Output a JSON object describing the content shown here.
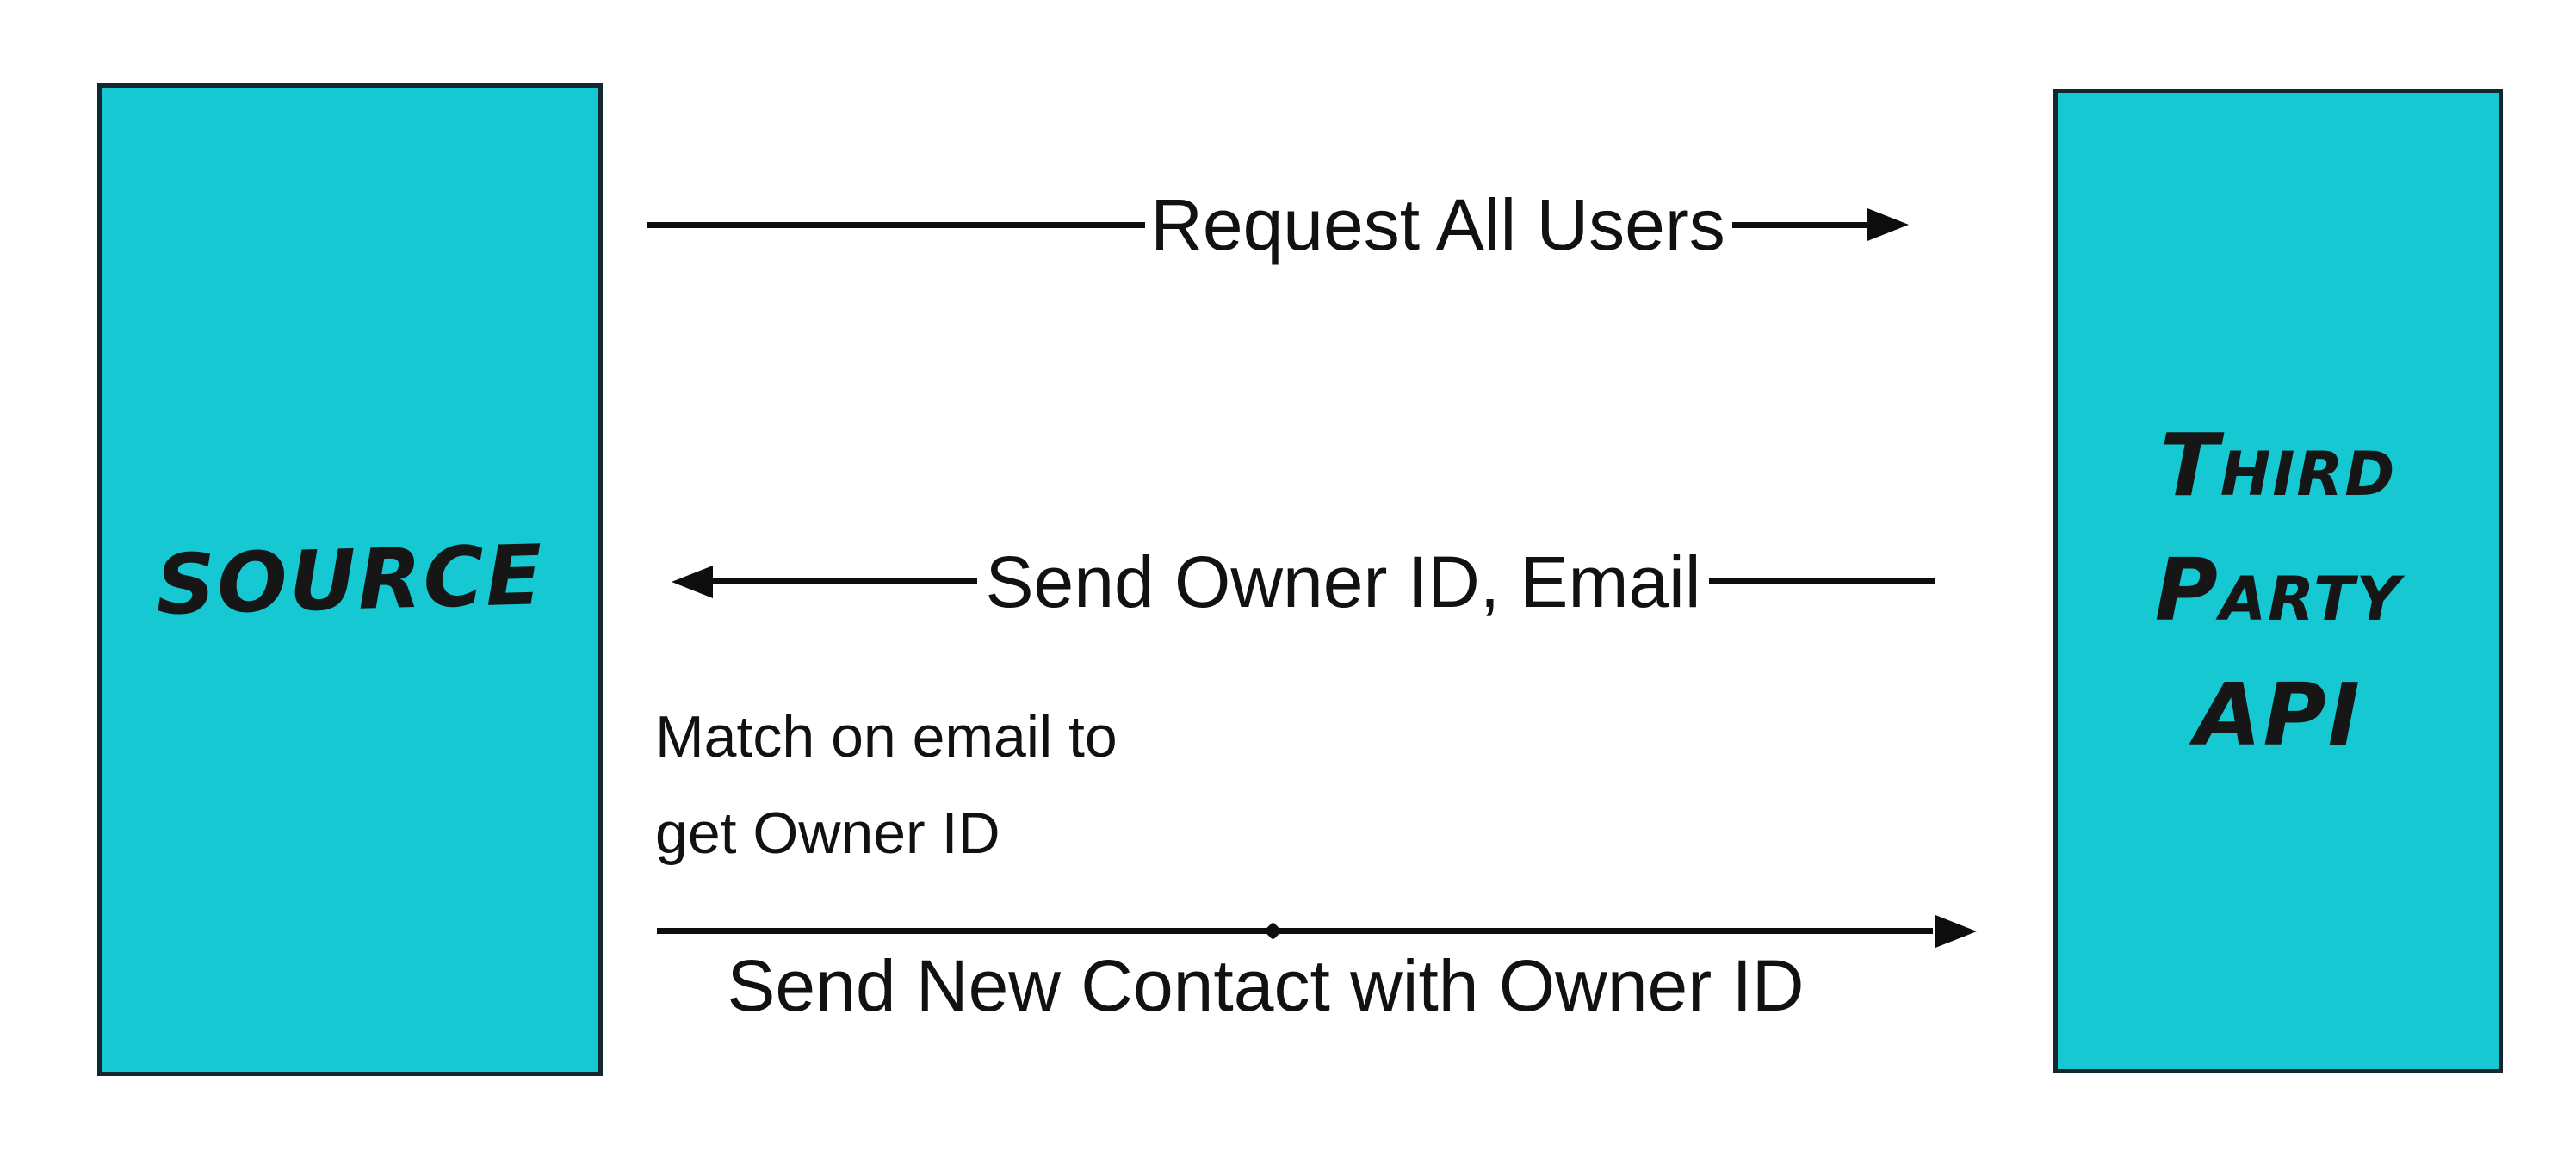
{
  "colors": {
    "background": "#ffffff",
    "box_fill": "#15c8d2",
    "box_border": "#13282e",
    "line": "#0d0d0d",
    "label_text": "#111111",
    "marker_text": "#161616"
  },
  "actors": {
    "source": {
      "label": "SOURCE"
    },
    "third_party": {
      "line1": "Third",
      "line2": "Party",
      "line3": "API"
    }
  },
  "messages": {
    "request_all_users": {
      "label": "Request All Users",
      "direction": "left-to-right"
    },
    "send_owner_id": {
      "label": "Send Owner ID, Email",
      "direction": "right-to-left"
    },
    "send_new_contact": {
      "label": "Send New Contact with Owner ID",
      "direction": "left-to-right"
    }
  },
  "note": {
    "line1": "Match on email to",
    "line2": "get Owner ID"
  }
}
